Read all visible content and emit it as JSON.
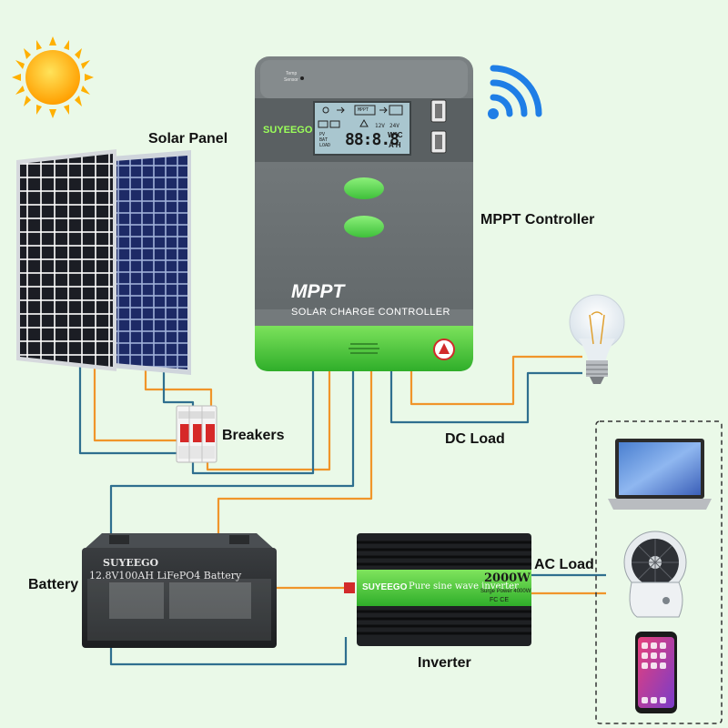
{
  "labels": {
    "solar_panel": "Solar Panel",
    "mppt_controller": "MPPT Controller",
    "breakers": "Breakers",
    "dc_load": "DC Load",
    "battery": "Battery",
    "ac_load": "AC Load",
    "inverter": "Inverter"
  },
  "controller": {
    "temp_sensor_line1": "Temp",
    "temp_sensor_line2": "Sensor",
    "brand": "SUYEEGO",
    "lcd_pv": "PV",
    "lcd_bat": "BAT",
    "lcd_load": "LOAD",
    "lcd_12v": "12V",
    "lcd_24v": "24V",
    "lcd_digits": "88:8.8",
    "lcd_unit_wc": "W°C",
    "lcd_unit_ah": "A H",
    "lcd_mppt": "MPPT",
    "title": "MPPT",
    "subtitle": "SOLAR CHARGE CONTROLLER"
  },
  "battery": {
    "brand": "SUYEEGO",
    "model": "12.8V100AH LiFePO4 Battery"
  },
  "inverter": {
    "brand": "SUYEEGO",
    "type": "Pure sine wave inverter",
    "power": "2000W",
    "surge": "Surge Power 4000W",
    "cert": "FC CE"
  },
  "colors": {
    "background": "#eaf9e8",
    "wire_orange": "#f0952a",
    "wire_blue": "#2f6f8f",
    "controller_body": "#6c7274",
    "controller_green": "#4ccc3a",
    "wifi": "#1f7ee6",
    "sun": "#ffb400"
  },
  "icons": {
    "sun": "sun-icon",
    "wifi": "wifi-icon",
    "bulb": "light-bulb",
    "laptop": "laptop",
    "fan": "desk-fan",
    "phone": "smartphone"
  }
}
